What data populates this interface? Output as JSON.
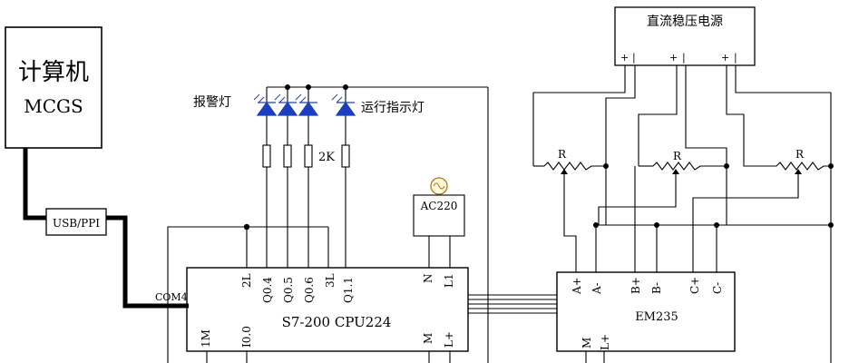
{
  "computer": {
    "line1": "计算机",
    "line2": "MCGS"
  },
  "usb": "USB/PPI",
  "com": "COM4",
  "power_supply": {
    "label": "直流稳压电源",
    "pins": [
      "+",
      "|",
      "+",
      "|",
      "+",
      "|"
    ]
  },
  "leds": {
    "alarm_label": "报警灯",
    "run_label": "运行指示灯",
    "resistor_label": "2K"
  },
  "ac_source": {
    "label": "AC220"
  },
  "plc": {
    "model": "S7-200 CPU224",
    "top_pins": [
      "2L",
      "Q0.4",
      "Q0.5",
      "Q0.6",
      "3L",
      "Q1.1",
      "N",
      "L1"
    ],
    "bottom_pins": [
      "1M",
      "I0.0",
      "M",
      "L+"
    ]
  },
  "em235": {
    "label": "EM235",
    "top_pins": [
      "A+",
      "A-",
      "B+",
      "B-",
      "C+",
      "C-"
    ],
    "bottom_pins": [
      "M",
      "L+"
    ]
  },
  "resistors": [
    "R",
    "R",
    "R"
  ]
}
